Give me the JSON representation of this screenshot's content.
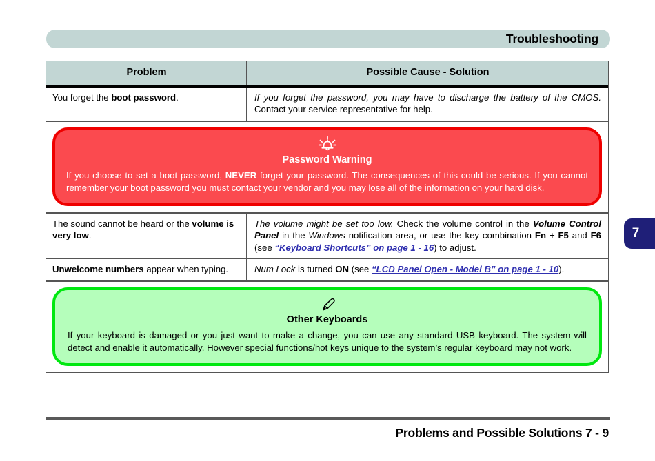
{
  "header": {
    "title": "Troubleshooting",
    "banner_color": "#c2d6d4"
  },
  "chapter_tab": {
    "number": "7",
    "color": "#1f1f78",
    "text_color": "#ffffff"
  },
  "table": {
    "columns": [
      "Problem",
      "Possible Cause - Solution"
    ],
    "rows": [
      {
        "problem_plain_1": "You forget the ",
        "problem_bold": "boot password",
        "problem_plain_2": ".",
        "solution_italic": "If you forget the password, you may have to discharge the battery of the CMOS.",
        "solution_plain": " Contact your service representative for help."
      },
      {
        "problem_plain_1": "The sound cannot be heard or the ",
        "problem_bold": "volume is very low",
        "problem_plain_2": ".",
        "sol_i1": "The volume might be set too low.",
        "sol_p1": " Check the volume control in the ",
        "sol_bi1": "Volume Control Panel",
        "sol_p2": " in the ",
        "sol_i2": "Windows",
        "sol_p3": " notification area, or use the key combination ",
        "sol_b1": "Fn + F5",
        "sol_p4": " and ",
        "sol_b2": "F6",
        "sol_p5": " (see ",
        "sol_link": "“Keyboard Shortcuts” on page 1 - 16",
        "sol_p6": ") to adjust."
      },
      {
        "problem_bold": "Unwelcome numbers",
        "problem_plain_2": " appear when typing.",
        "sol_i1": "Num Lock",
        "sol_p1": " is turned ",
        "sol_b1": "ON",
        "sol_p2": " (see ",
        "sol_link": "“LCD Panel Open - Model B” on page 1 - 10",
        "sol_p3": ")."
      }
    ]
  },
  "warning_box": {
    "icon": "alarm-bell-icon",
    "title": "Password Warning",
    "body_p1": "If you choose to set a boot password, ",
    "body_bold": "NEVER",
    "body_p2": " forget your password. The consequences of this could be serious. If you cannot remember your boot password you must contact your vendor and you may lose all of the information on your hard disk.",
    "fill_color": "#fb4a4f",
    "border_color": "#ef0000",
    "text_color": "#ffffff"
  },
  "note_box": {
    "icon": "pen-icon",
    "title": "Other Keyboards",
    "body": "If your keyboard is damaged or you just want to make a change, you can use any standard USB keyboard. The system will detect and enable it automatically. However special functions/hot keys unique to the system’s regular keyboard may not work.",
    "fill_color": "#b5febb",
    "border_color": "#00e810",
    "text_color": "#000000"
  },
  "footer": {
    "text": "Problems and Possible Solutions  7  -  9",
    "rule_color": "#595959"
  }
}
